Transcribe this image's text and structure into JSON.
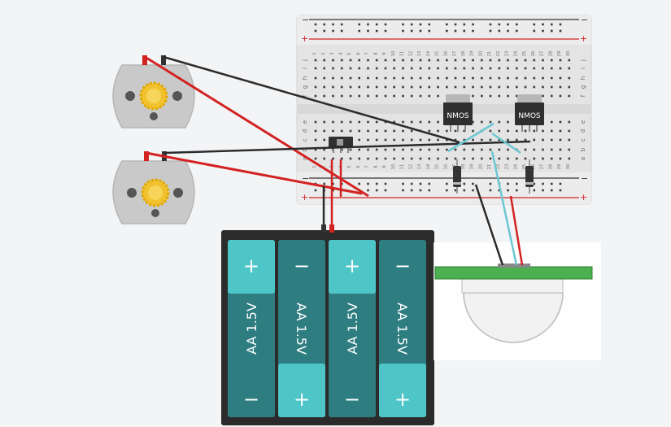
{
  "breadboard": {
    "columns": [
      "1",
      "2",
      "3",
      "4",
      "5",
      "6",
      "7",
      "8",
      "9",
      "10",
      "11",
      "12",
      "13",
      "14",
      "15",
      "16",
      "17",
      "18",
      "19",
      "20",
      "21",
      "22",
      "23",
      "24",
      "25",
      "26",
      "27",
      "28",
      "29",
      "30"
    ],
    "rows_top": [
      "j",
      "i",
      "h",
      "g",
      "f"
    ],
    "rows_bottom": [
      "e",
      "d",
      "c",
      "b",
      "a"
    ],
    "rail_plus": "+",
    "rail_minus": "−"
  },
  "transistors": [
    {
      "label": "NMOS"
    },
    {
      "label": "NMOS"
    }
  ],
  "battery_pack": {
    "cells": [
      {
        "label": "AA 1.5V",
        "top_symbol": "+",
        "bottom_symbol": "−"
      },
      {
        "label": "AA 1.5V",
        "top_symbol": "−",
        "bottom_symbol": "+"
      },
      {
        "label": "AA 1.5V",
        "top_symbol": "+",
        "bottom_symbol": "−"
      },
      {
        "label": "AA 1.5V",
        "top_symbol": "−",
        "bottom_symbol": "+"
      }
    ]
  },
  "colors": {
    "background": "#f3f4f6",
    "wire_red": "#d32222",
    "wire_black": "#2b2b2b",
    "wire_cyan": "#6cc7d3",
    "battery_body": "#2e7d80",
    "battery_terminal": "#4ec6c8",
    "pir_board": "#4caf50",
    "motor_body": "#c9c9c9",
    "motor_gear": "#f2c12e"
  }
}
